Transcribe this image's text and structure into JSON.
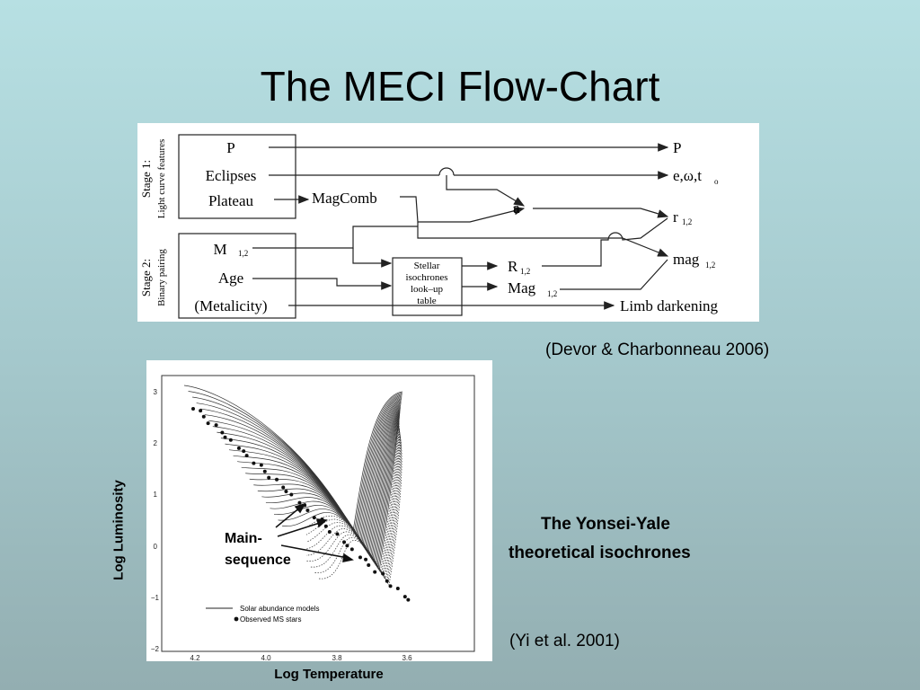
{
  "slide": {
    "title": "The MECI Flow-Chart",
    "citation_devor": "(Devor & Charbonneau 2006)",
    "isochrones_title_1": "The Yonsei-Yale",
    "isochrones_title_2": "theoretical isochrones",
    "citation_yi": "(Yi et al. 2001)"
  },
  "flowchart": {
    "stage1_label_1": "Stage 1:",
    "stage1_label_2": "Light curve features",
    "stage2_label_1": "Stage 2:",
    "stage2_label_2": "Binary pairing",
    "stage1_inputs": [
      "P",
      "Eclipses",
      "Plateau"
    ],
    "stage2_inputs": [
      "M",
      "Age",
      "(Metalicity)"
    ],
    "m_subscript": "1,2",
    "magcomb": "MagComb",
    "lookup_lines": [
      "Stellar",
      "isochrones",
      "look–up",
      "table"
    ],
    "out_p": "P",
    "out_eclipse_main": "e,ω,t",
    "out_eclipse_sub": "o",
    "out_a": "a",
    "out_r": "r",
    "out_r_sub": "1,2",
    "out_mag": "mag",
    "out_mag_sub": "1,2",
    "out_R": "R",
    "out_R_sub": "1,2",
    "out_Mag": "Mag",
    "out_Mag_sub": "1,2",
    "out_limb": "Limb darkening"
  },
  "hr_diagram": {
    "ylabel": "Log Luminosity",
    "xlabel": "Log Temperature",
    "x_ticks": [
      "4.2",
      "4.0",
      "3.8",
      "3.6"
    ],
    "y_ticks": [
      "3",
      "2",
      "1",
      "0",
      "−1",
      "−2"
    ],
    "legend_line": "Solar abundance models",
    "legend_dots": "Observed MS stars",
    "annotation_1": "Main-",
    "annotation_2": "sequence"
  }
}
